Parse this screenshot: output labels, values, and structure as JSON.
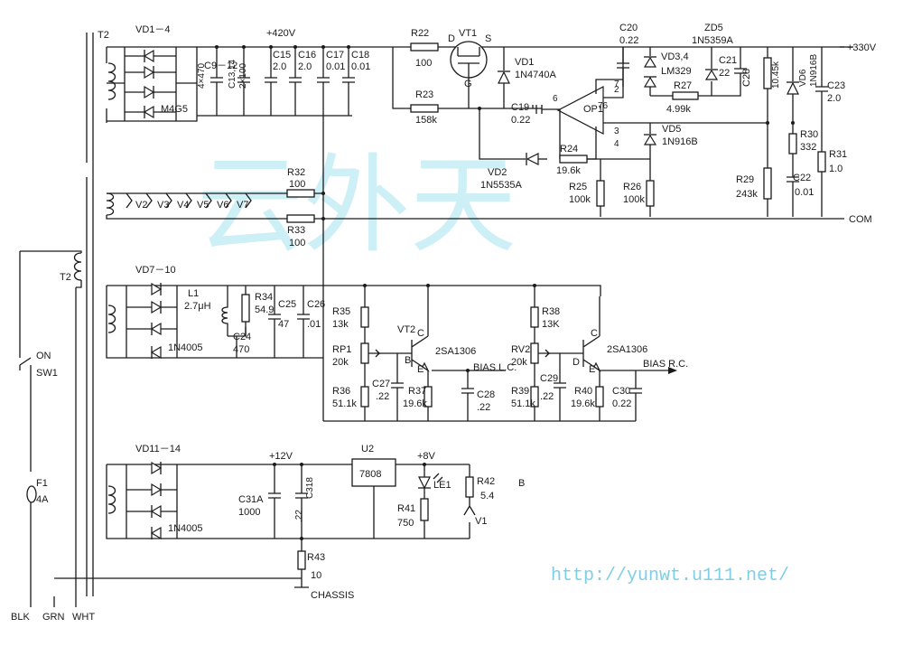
{
  "labels": {
    "T2_top": "T2",
    "T2_left": "T2",
    "VD1_4": "VD1－4",
    "C9_12": "C9－12",
    "C9_12_val": "4×470",
    "C13_14": "C13,14",
    "C13_14_val": "2×100",
    "M4G5": "M4G5",
    "plus420": "+420V",
    "C15": "C15",
    "C15_val": "2.0",
    "C16": "C16",
    "C16_val": "2.0",
    "C17": "C17",
    "C17_val": "0.01",
    "C18": "C18",
    "C18_val": "0.01",
    "R22": "R22",
    "R22_val": "100",
    "VT1": "VT1",
    "VT1_D": "D",
    "VT1_S": "S",
    "VT1_G": "G",
    "R23": "R23",
    "R23_val": "158k",
    "VD1": "VD1",
    "VD1_val": "1N4740A",
    "C19": "C19",
    "C19_val": "0.22",
    "C20": "C20",
    "C20_val": "0.22",
    "ZD5": "ZD5",
    "ZD5_val": "1N5359A",
    "plus330": "+330V",
    "VD3_4": "VD3,4",
    "VD3_4_val": "LM329",
    "C21": "C21",
    "C21_val": "22",
    "C28_top": "C28",
    "C28_top_val": "10.45k",
    "VD6": "VD6",
    "VD6_val": "1N916B",
    "C23": "C23",
    "C23_val": "2.0",
    "R27": "R27",
    "R27_val": "4.99k",
    "OP1": "OP1",
    "OP1_num": "76",
    "pin2": "2",
    "pin3": "3",
    "pin4": "4",
    "pin6": "6",
    "pin7": "7",
    "VD5": "VD5",
    "VD5_val": "1N916B",
    "R24": "R24",
    "R24_val": "19.6k",
    "VD2": "VD2",
    "VD2_val": "1N5535A",
    "R25": "R25",
    "R25_val": "100k",
    "R26": "R26",
    "R26_val": "100k",
    "R29": "R29",
    "R29_val": "243k",
    "R30": "R30",
    "R30_val": "332",
    "C22": "C22",
    "C22_val": "0.01",
    "R31": "R31",
    "R31_val": "1.0",
    "COM": "COM",
    "R32": "R32",
    "R32_val": "100",
    "R33": "R33",
    "R33_val": "100",
    "V2": "V2",
    "V3": "V3",
    "V4": "V4",
    "V5": "V5",
    "V6": "V6",
    "V7": "V7",
    "VD7_10": "VD7－10",
    "L1": "L1",
    "L1_val": "2.7μH",
    "R34": "R34",
    "R34_val": "54.9",
    "C24": "C24",
    "C24_val": "470",
    "C25": "C25",
    "C25_val": "47",
    "C26": "C26",
    "C26_val": ".01",
    "N4005a": "1N4005",
    "R35": "R35",
    "R35_val": "13k",
    "RP1": "RP1",
    "RP1_val": "20k",
    "R36": "R36",
    "R36_val": "51.1k",
    "C27": "C27",
    "C27_val": ".22",
    "R37": "R37",
    "R37_val": "19.6k",
    "VT2": "VT2",
    "VT2_C": "C",
    "VT2_B": "B",
    "VT2_E": "E",
    "VT2_type": "2SA1306",
    "BIAS_LC": "BIAS L.C.",
    "C28": "C28",
    "C28_val": ".22",
    "R38": "R38",
    "R38_val": "13K",
    "RV2": "RV2",
    "RV2_val": "20k",
    "R39": "R39",
    "R39_val": "51.1k",
    "C29": "C29",
    "C29_val": ".22",
    "R40": "R40",
    "R40_val": "19.6k",
    "VT3_C": "C",
    "VT3_D": "D",
    "VT3_E": "E",
    "VT3_type": "2SA1306",
    "BIAS_RC": "BIAS R.C.",
    "C30": "C30",
    "C30_val": "0.22",
    "VD11_14": "VD11－14",
    "N4005b": "1N4005",
    "plus12": "+12V",
    "C31A": "C31A",
    "C31A_val": "1000",
    "C31B": "C318",
    "C31B_val": ".22",
    "U2": "U2",
    "U2_val": "7808",
    "plus8": "+8V",
    "LE1": "LE1",
    "R41": "R41",
    "R41_val": "750",
    "R42": "R42",
    "R42_val": "5.4",
    "R42_B": "B",
    "V1": "V1",
    "R43": "R43",
    "R43_val": "10",
    "CHASSIS": "CHASSIS",
    "ON": "ON",
    "SW1": "SW1",
    "F1": "F1",
    "F1_val": "4A",
    "BLK": "BLK",
    "GRN": "GRN",
    "WHT": "WHT",
    "watermark": "云外天",
    "url": "http://yunwt.u111.net/"
  }
}
